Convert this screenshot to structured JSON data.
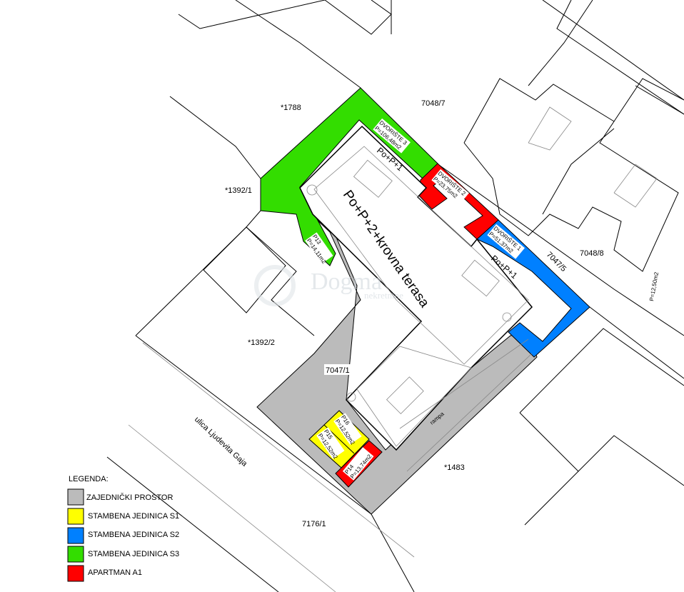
{
  "colors": {
    "common": "#bbbbbb",
    "s1": "#ffff00",
    "s2": "#0080ff",
    "s3": "#33dd00",
    "a1": "#ff0000"
  },
  "parcels": {
    "p1788": "*1788",
    "p7048_7": "7048/7",
    "p1392_1": "*1392/1",
    "p1392_2": "*1392/2",
    "p7047_1": "7047/1",
    "p7047_5": "7047/5",
    "p7048_8": "7048/8",
    "p1483": "*1483",
    "p7176_1": "7176/1"
  },
  "street": "ulica Ljudevita Gaja",
  "building": {
    "main": "Po+P+2+krovna terasa",
    "wing_top": "Po+P+1",
    "wing_right": "Po+P+1",
    "ramp": "rampa"
  },
  "areas": {
    "yard3_name": "DVORIŠTE 3",
    "yard3_area": "P=106,48m2",
    "yard2_name": "DVORIŠTE 2",
    "yard2_area": "P=23,75m2",
    "yard1_name": "DVORIŠTE 1",
    "yard1_area": "P=51,37m2",
    "p13_name": "P13",
    "p13_area": "P=14,11m2",
    "p16_name": "P16",
    "p16_area": "P=12,52m2",
    "p15_name": "P15",
    "p15_area": "P=12,52m2",
    "p14_name": "P14",
    "p14_area": "P=13,74m2",
    "right_area": "P=12,50m2"
  },
  "legend": {
    "title": "LEGENDA:",
    "items": [
      {
        "label": "ZAJEDNIČKI PROSTOR",
        "color": "#bbbbbb"
      },
      {
        "label": "STAMBENA JEDINICA  S1",
        "color": "#ffff00"
      },
      {
        "label": "STAMBENA JEDINICA  S2",
        "color": "#0080ff"
      },
      {
        "label": "STAMBENA JEDINICA  S3",
        "color": "#33dd00"
      },
      {
        "label": "APARTMAN A1",
        "color": "#ff0000"
      }
    ]
  },
  "watermark": {
    "brand": "Dogma",
    "sub": "nekretnine"
  }
}
